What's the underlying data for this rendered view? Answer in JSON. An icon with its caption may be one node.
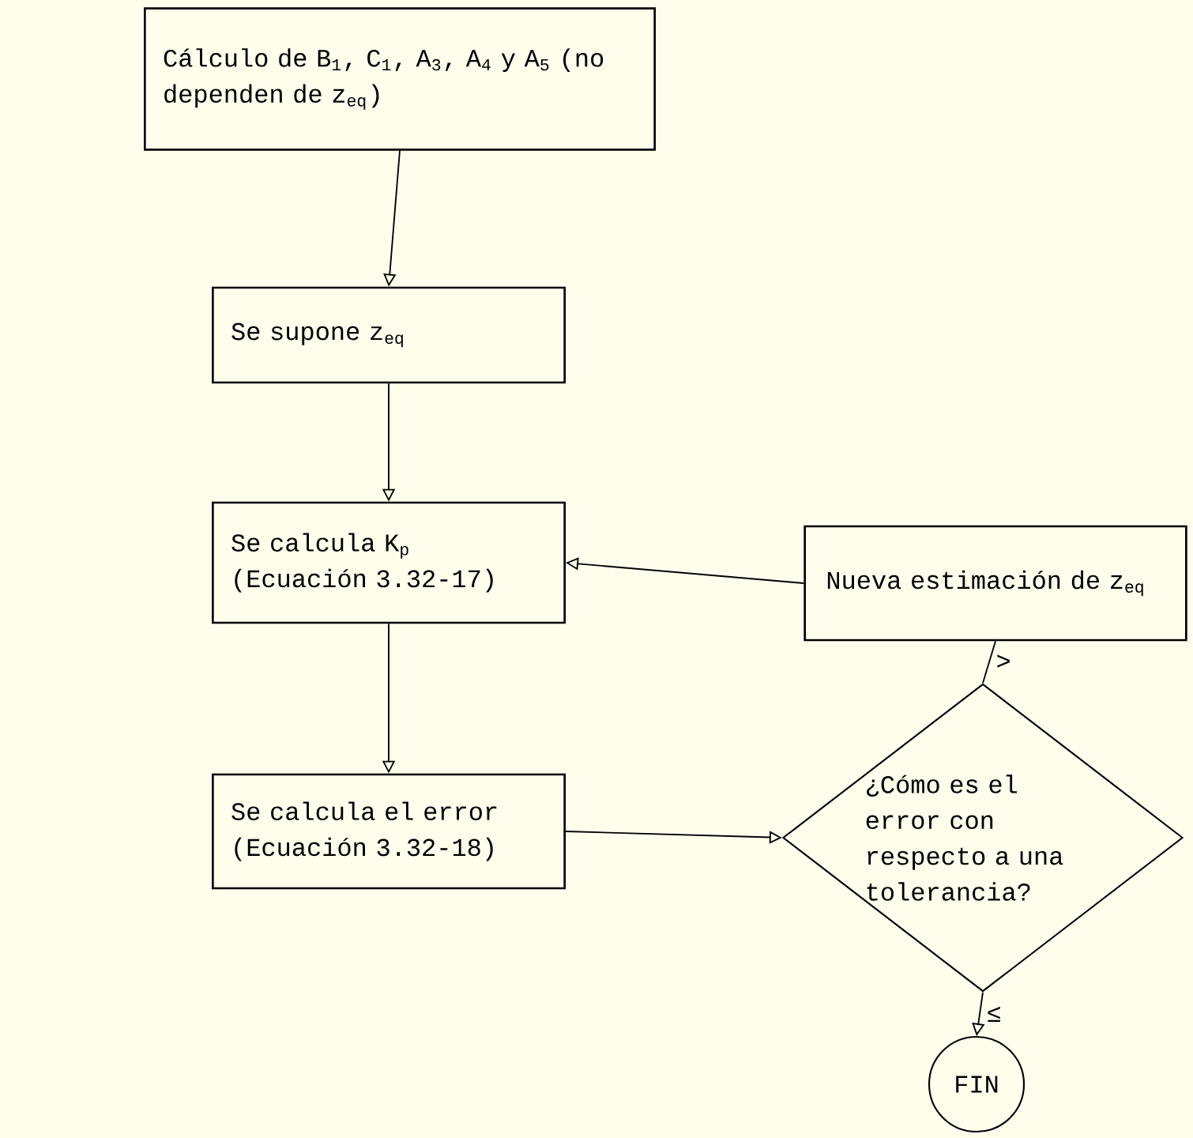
{
  "diagram": {
    "nodes": [
      {
        "text": [
          "Cálculo de B$_{1}$, C$_{1}$, A$_{3}$, A$_{4}$ y A$_{5}$ (no dependen de z$_{eq}$)"
        ]
      },
      {
        "text": [
          "Se supone z$_{eq}$"
        ]
      },
      {
        "text": [
          "Se calcula K$_{p}$ (Ecuación 3.32-17)"
        ]
      },
      {
        "text": [
          "Se calcula el error (Ecuación 3.32-18)"
        ]
      },
      {
        "text": [
          "Nueva estimación de z$_{eq}$"
        ]
      },
      {
        "text": [
          "¿Cómo es el error con respecto a una tolerancia?"
        ]
      },
      {
        "text": [
          "FIN"
        ]
      }
    ],
    "edges": [
      {
        "from": 0,
        "to": 1,
        "arrow": "to"
      },
      {
        "from": 1,
        "to": 2,
        "arrow": "to"
      },
      {
        "from": 2,
        "to": 3,
        "arrow": "to"
      },
      {
        "from": 3,
        "to": 5,
        "arrow": "to"
      },
      {
        "from": 5,
        "to": 4,
        "arrow": "none",
        "label": ">"
      },
      {
        "from": 4,
        "to": 2,
        "arrow": "to"
      },
      {
        "from": 5,
        "to": 6,
        "arrow": "to",
        "label": "≤"
      }
    ]
  }
}
